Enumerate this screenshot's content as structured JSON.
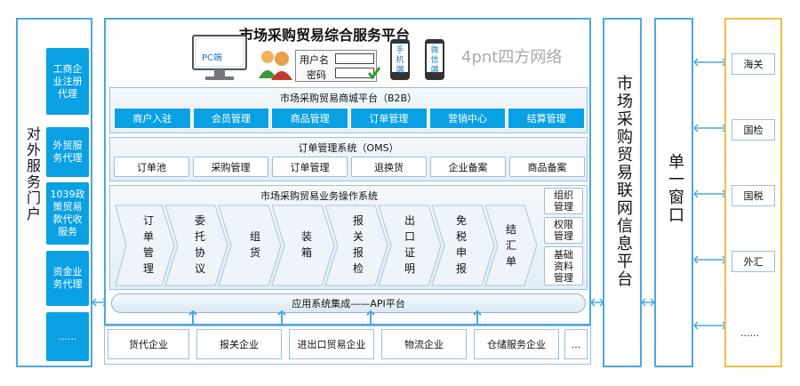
{
  "left_portal": {
    "title": "对外服务门户",
    "items": [
      "工商企业注册代理",
      "外贸服务代理",
      "1039政策贸易款代收服务",
      "资金业务代理",
      "......"
    ]
  },
  "main": {
    "title": "市场采购贸易综合服务平台",
    "pc_label": "PC端",
    "username_label": "用户名",
    "password_label": "密码",
    "mobile_label": "手机端",
    "wechat_label": "微信端",
    "watermark": "4pnt四方网络",
    "b2b": {
      "title": "市场采购贸易商城平台（B2B）",
      "items": [
        "商户入驻",
        "会员管理",
        "商品管理",
        "订单管理",
        "营销中心",
        "结算管理"
      ]
    },
    "oms": {
      "title": "订单管理系统（OMS）",
      "items": [
        "订单池",
        "采购管理",
        "订单管理",
        "退换货",
        "企业备案",
        "商品备案"
      ]
    },
    "ops": {
      "title": "市场采购贸易业务操作系统",
      "steps": [
        "订单管理",
        "委托协议",
        "组货",
        "装箱",
        "报关报检",
        "出口证明",
        "免税申报",
        "结汇单"
      ],
      "side": [
        "组织管理",
        "权限管理",
        "基础资料管理"
      ]
    },
    "api": "应用系统集成——API平台"
  },
  "bottom": [
    "货代企业",
    "报关企业",
    "进出口贸易企业",
    "物流企业",
    "仓储服务企业",
    "..."
  ],
  "info_platform": "市场采购贸易联网信息平台",
  "single_window": "单一窗口",
  "right": [
    "海关",
    "国检",
    "国税",
    "外汇",
    "......"
  ]
}
